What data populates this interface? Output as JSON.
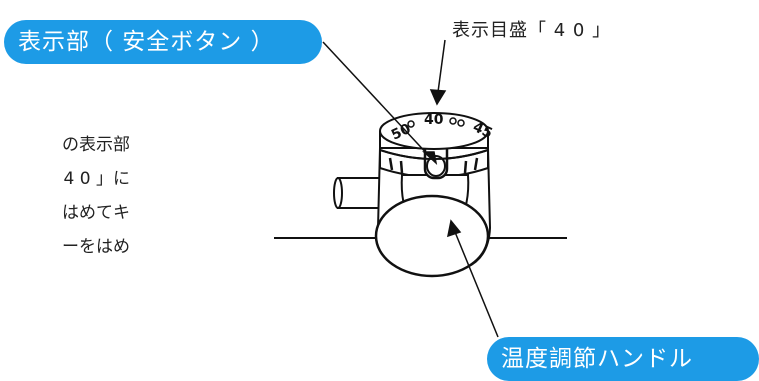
{
  "callouts": {
    "display_area": "表示部（ 安全ボタン ）",
    "scale_mark": "表示目盛「 4 0 」",
    "temp_handle": "温度調節ハンドル"
  },
  "body_text": {
    "lines": [
      "の表示部",
      "4 0 」に",
      "はめてキ",
      "ーをはめ"
    ]
  },
  "dial": {
    "number": "40"
  },
  "colors": {
    "callout_bg": "#1d9be6",
    "line": "#111111"
  }
}
